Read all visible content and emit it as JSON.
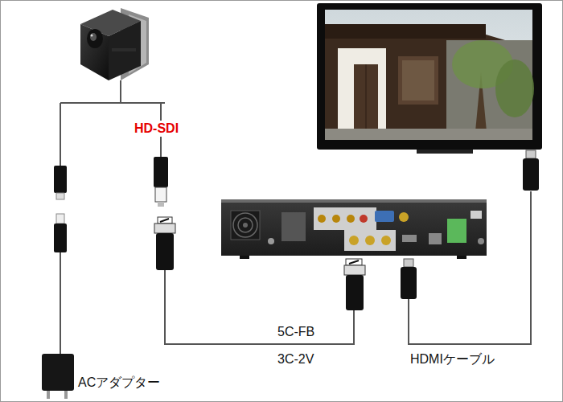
{
  "diagram": {
    "labels": [
      "HD-SDI",
      "5C-FB",
      "3C-2V",
      "HDMIケーブル",
      "ACアダプター"
    ]
  }
}
